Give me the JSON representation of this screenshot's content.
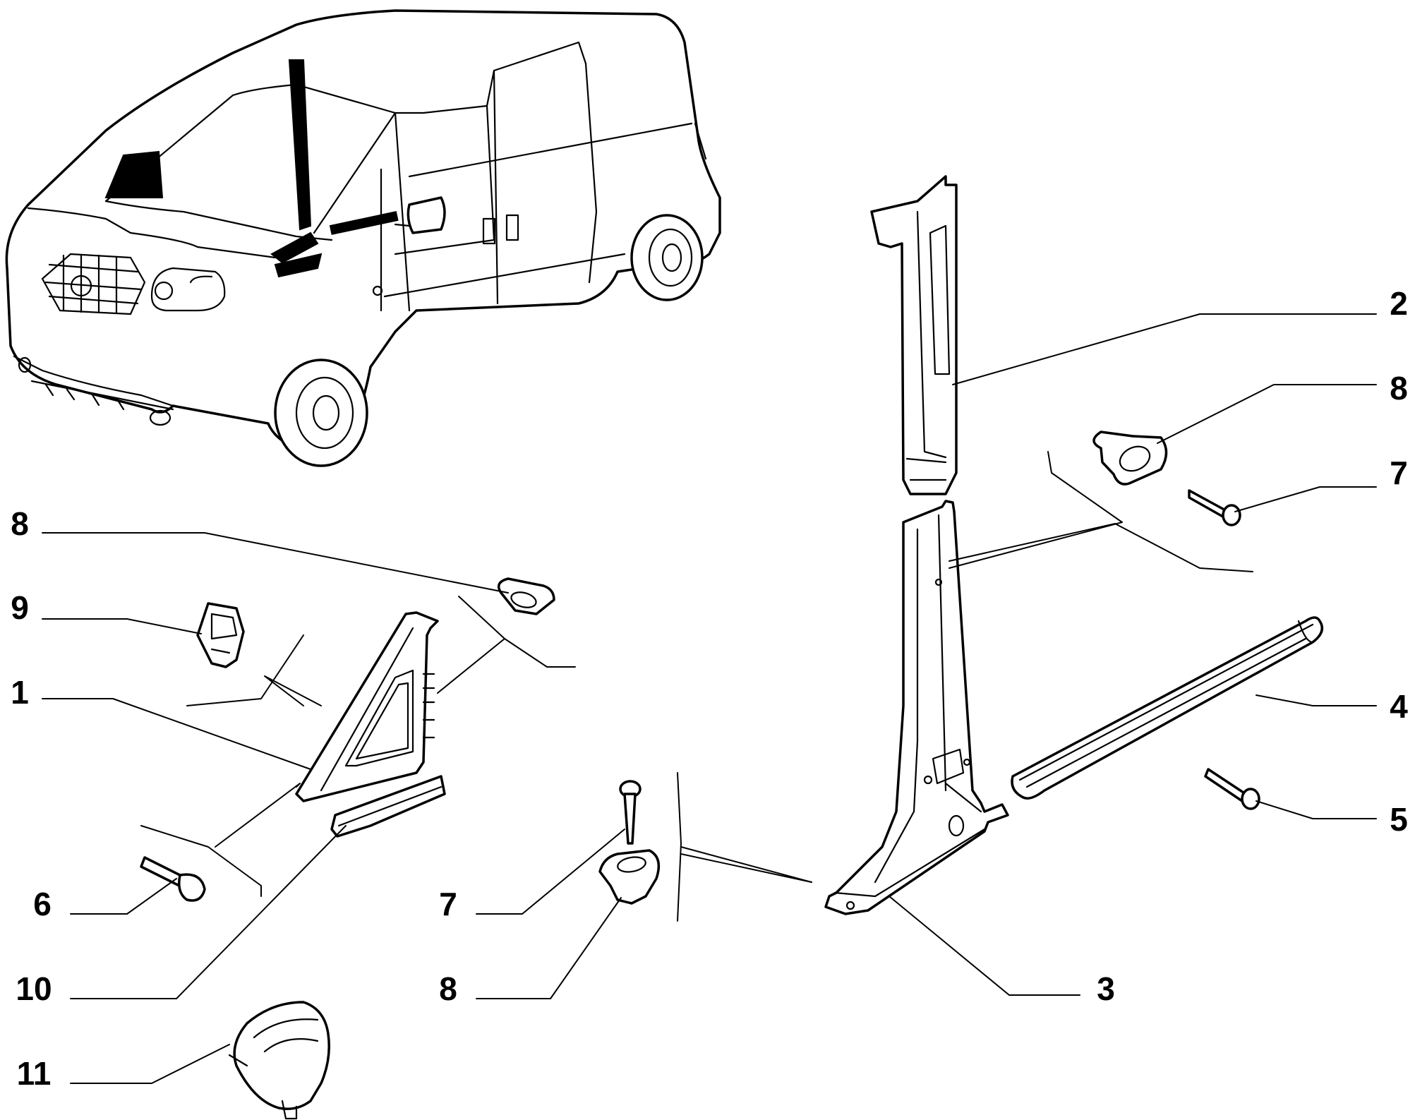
{
  "callouts": [
    {
      "id": "c2-top",
      "label": "2"
    },
    {
      "id": "c8-top",
      "label": "8"
    },
    {
      "id": "c7-top",
      "label": "7"
    },
    {
      "id": "c8-left",
      "label": "8"
    },
    {
      "id": "c9",
      "label": "9"
    },
    {
      "id": "c1",
      "label": "1"
    },
    {
      "id": "c4",
      "label": "4"
    },
    {
      "id": "c5",
      "label": "5"
    },
    {
      "id": "c6",
      "label": "6"
    },
    {
      "id": "c7-mid",
      "label": "7"
    },
    {
      "id": "c10",
      "label": "10"
    },
    {
      "id": "c8-mid",
      "label": "8"
    },
    {
      "id": "c3",
      "label": "3"
    },
    {
      "id": "c11",
      "label": "11"
    }
  ],
  "parts": {
    "van": "van-outline",
    "b_pillar_upper": "b-pillar-upper-trim",
    "b_pillar_lower": "b-pillar-lower-trim",
    "a_pillar_trim": "a-pillar-triangle-trim",
    "sill": "door-sill-trim",
    "clips": [
      "clip-8",
      "clip-9",
      "clip-11"
    ],
    "screws": [
      "screw-5",
      "screw-6",
      "screw-7"
    ]
  }
}
